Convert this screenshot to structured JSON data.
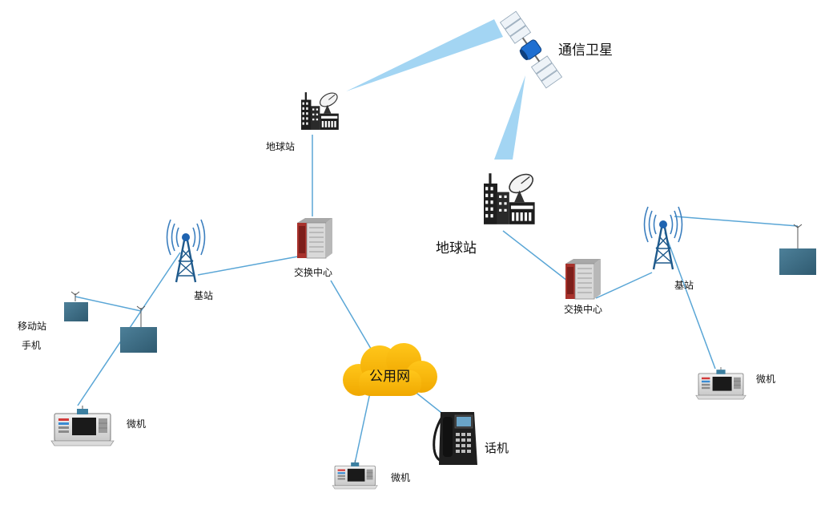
{
  "labels": {
    "satellite": "通信卫星",
    "earth_station_left": "地球站",
    "earth_station_right": "地球站",
    "switch_center_left": "交换中心",
    "switch_center_right": "交换中心",
    "base_station_left": "基站",
    "base_station_right": "基站",
    "mobile_station": "移动站",
    "handset": "手机",
    "microcomputer_left": "微机",
    "microcomputer_bottom": "微机",
    "microcomputer_right": "微机",
    "telephone": "话机",
    "public_network": "公用网"
  },
  "colors": {
    "link_line": "#5aa6d6",
    "beam": "#9fd3f2",
    "cloud": "#f5b800",
    "device_box": "#3f6f86",
    "satellite_body": "#1f6fd1",
    "server_red": "#b0302c"
  },
  "icons": [
    "satellite-icon",
    "earth-station-icon",
    "switch-server-icon",
    "base-station-tower-icon",
    "mobile-device-icon",
    "microcomputer-icon",
    "desk-phone-icon",
    "cloud-icon"
  ]
}
